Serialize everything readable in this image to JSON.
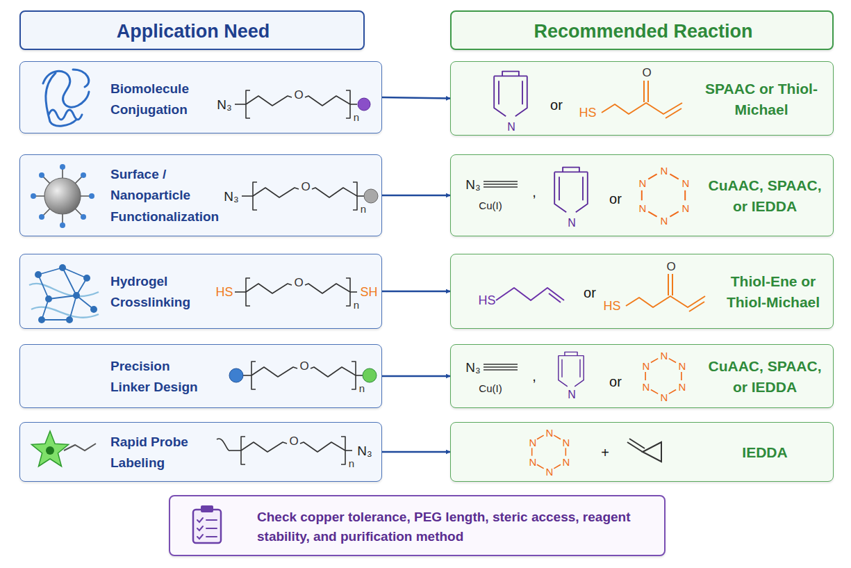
{
  "diagram": {
    "nodes": [
      {
        "text": [
          "Application Need"
        ]
      },
      {
        "text": [
          "Recommended Reaction"
        ]
      },
      {
        "text": [
          "Biomolecule Conjugation",
          "N₃",
          "O",
          "n"
        ]
      },
      {
        "text": [
          "N",
          "or",
          "HS",
          "O",
          "SPAAC or Thiol-Michael"
        ]
      },
      {
        "text": [
          "Surface / Nanoparticle Functionalization",
          "N₃",
          "O",
          "n"
        ]
      },
      {
        "text": [
          "N₃",
          "Cu(I)",
          ",",
          "N",
          "or",
          "N",
          "N",
          "N",
          "N",
          "N",
          "N",
          "CuAAC, SPAAC, or IEDDA"
        ]
      },
      {
        "text": [
          "Hydrogel Crosslinking",
          "HS",
          "O",
          "n",
          "SH"
        ]
      },
      {
        "text": [
          "HS",
          "or",
          "HS",
          "O",
          "Thiol-Ene or Thiol-Michael"
        ]
      },
      {
        "text": [
          "Precision Linker Design",
          "O",
          "n"
        ]
      },
      {
        "text": [
          "N₃",
          "Cu(I)",
          ",",
          "N",
          "or",
          "N",
          "N",
          "N",
          "N",
          "N",
          "N",
          "CuAAC, SPAAC, or IEDDA"
        ]
      },
      {
        "text": [
          "Rapid Probe Labeling",
          "O",
          "n",
          "N₃"
        ]
      },
      {
        "text": [
          "N",
          "N",
          "N",
          "N",
          "N",
          "N",
          "+",
          "IEDDA"
        ]
      },
      {
        "text": [
          "Check copper tolerance, PEG length, steric access, reagent stability, and purification method"
        ]
      }
    ],
    "edges": [
      {
        "from": 2,
        "to": 3,
        "arrow": "to"
      },
      {
        "from": 4,
        "to": 5,
        "arrow": "to"
      },
      {
        "from": 6,
        "to": 7,
        "arrow": "to"
      },
      {
        "from": 8,
        "to": 9,
        "arrow": "to"
      },
      {
        "from": 10,
        "to": 11,
        "arrow": "to"
      }
    ]
  }
}
